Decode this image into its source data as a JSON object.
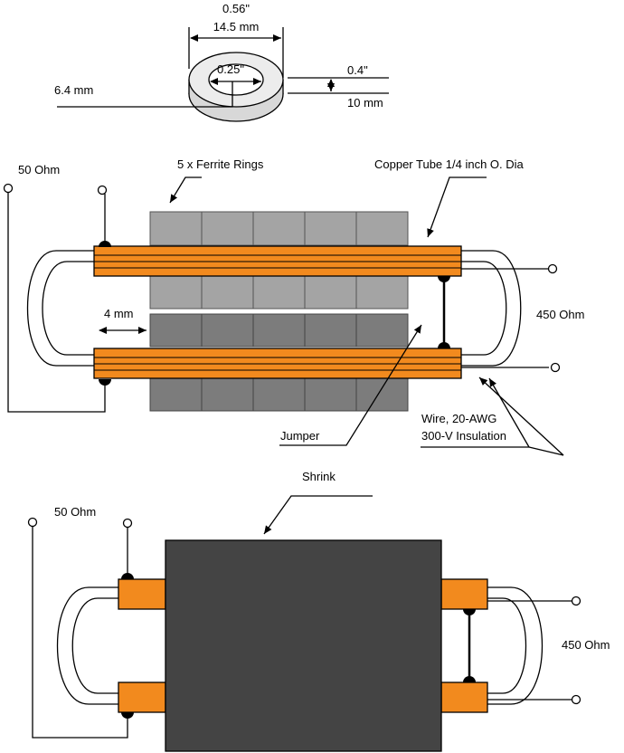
{
  "ring_dims": {
    "outer_in": "0.56\"",
    "outer_mm": "14.5 mm",
    "inner_in": "0.25\"",
    "inner_mm": "6.4 mm",
    "height_in": "0.4\"",
    "height_mm": "10 mm"
  },
  "assembly": {
    "port_low": "50 Ohm",
    "ferrite": "5 x Ferrite Rings",
    "tube": "Copper Tube 1/4  inch O. Dia",
    "gap": "4 mm",
    "port_high": "450 Ohm",
    "jumper": "Jumper",
    "wire_line1": "Wire, 20-AWG",
    "wire_line2": "300-V Insulation"
  },
  "finished": {
    "shrink": "Shrink",
    "port_low": "50 Ohm",
    "port_high": "450 Ohm"
  },
  "colors": {
    "copper": "#f28a1e",
    "ferrite_light": "#a4a4a4",
    "ferrite_dark": "#7c7c7c",
    "shrink": "#444444"
  }
}
